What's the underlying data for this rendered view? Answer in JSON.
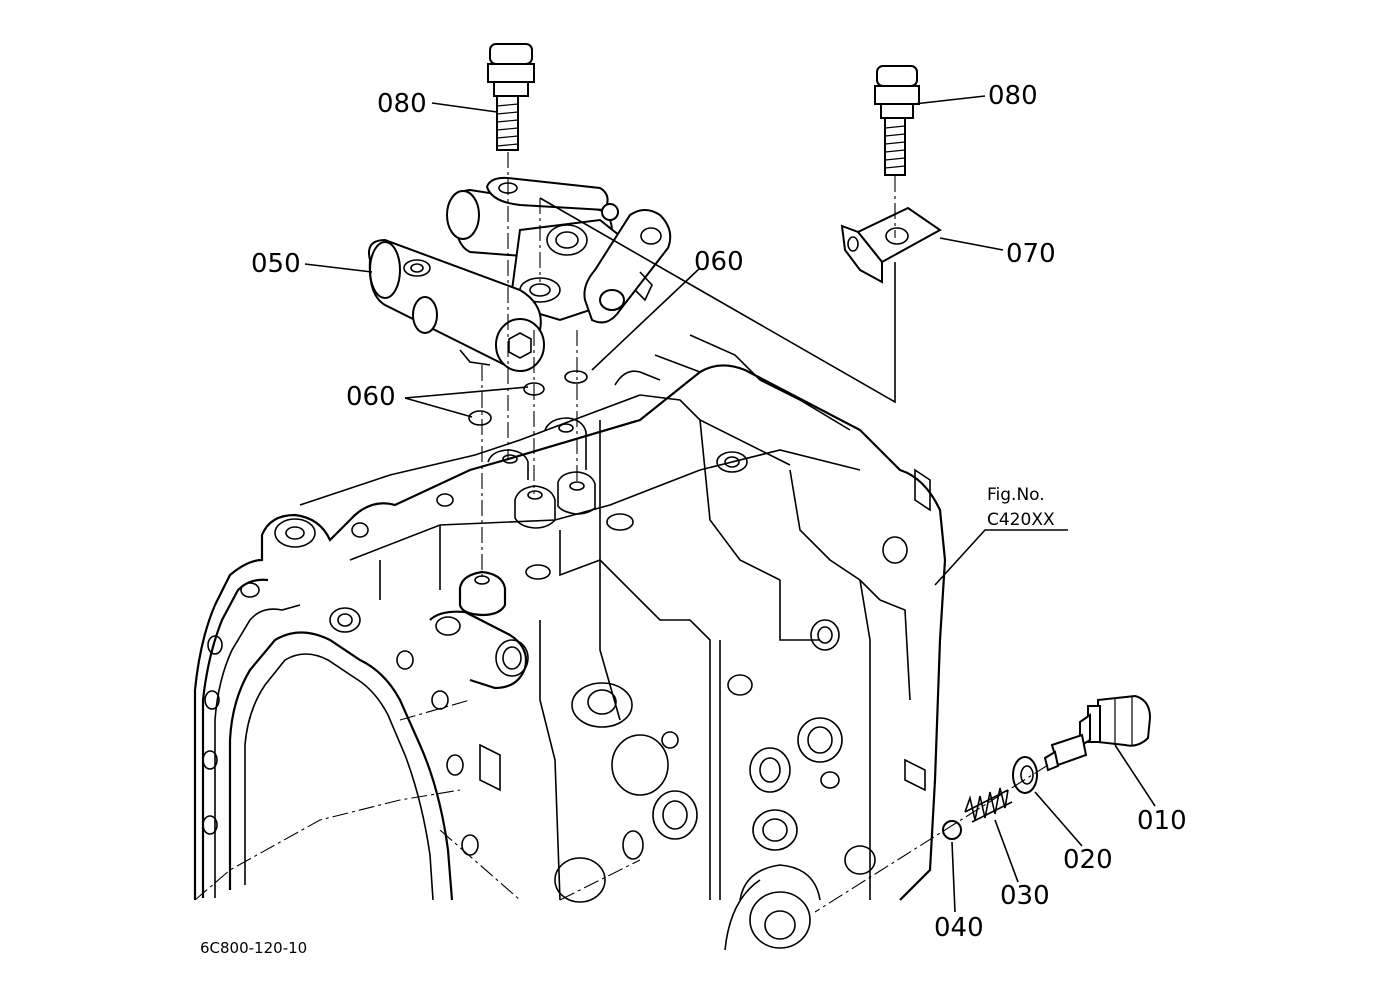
{
  "callouts": {
    "p080_left": "080",
    "p080_right": "080",
    "p050": "050",
    "p060_top": "060",
    "p060_mid": "060",
    "p070": "070",
    "p010": "010",
    "p020": "020",
    "p030": "030",
    "p040": "040"
  },
  "figure_ref": {
    "line1": "Fig.No.",
    "line2": "C420XX"
  },
  "drawing_code": "6C800-120-10"
}
